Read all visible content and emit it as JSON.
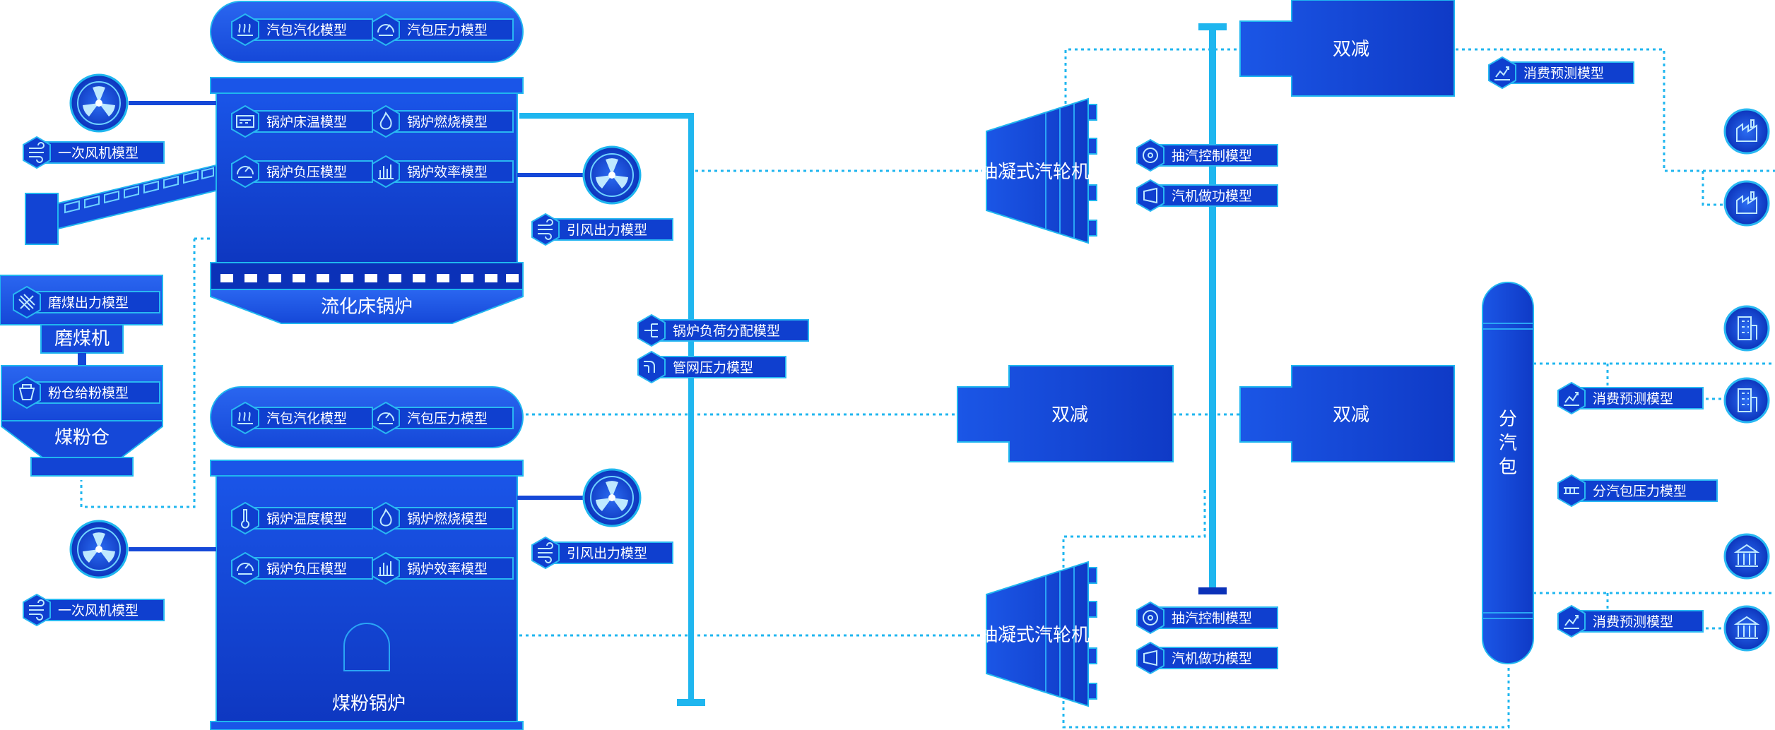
{
  "labels": {
    "drum_vapor": "汽包汽化模型",
    "drum_pressure": "汽包压力模型",
    "bed_temp": "锅炉床温模型",
    "combustion": "锅炉燃烧模型",
    "load_pressure": "锅炉负压模型",
    "efficiency": "锅炉效率模型",
    "primary_fan": "一次风机模型",
    "induced_fan": "引风出力模型",
    "boiler_temp": "锅炉温度模型",
    "mill_output": "磨煤出力模型",
    "bin_feed": "粉仓给粉模型",
    "load_dist": "锅炉负荷分配模型",
    "network_pressure": "管网压力模型",
    "extraction_ctrl": "抽汽控制模型",
    "turbine_work": "汽机做功模型",
    "consumption_forecast": "消费预测模型",
    "header_pressure": "分汽包压力模型"
  },
  "equipment": {
    "cfb_boiler": "流化床锅炉",
    "pc_boiler": "煤粉锅炉",
    "coal_mill": "磨煤机",
    "coal_bin": "煤粉仓",
    "turbine": "抽凝式汽轮机",
    "desuperheater": "双减",
    "steam_header": "分汽包"
  },
  "colors": {
    "body_dark": "#0b31b8",
    "body": "#1550e0",
    "body_light": "#2a66f0",
    "accent": "#1fb6ef",
    "tag_fill": "#0f3fcf",
    "tag_stroke": "#29b8f2"
  },
  "icons": {
    "drum_vapor": "steam-wave-icon",
    "drum_pressure": "gauge-icon",
    "bed_temp": "furnace-bed-icon",
    "combustion": "flame-icon",
    "load_pressure": "gauge-icon",
    "efficiency": "bar-chart-icon",
    "primary_fan": "wind-icon",
    "induced_fan": "wind-icon",
    "boiler_temp": "thermometer-icon",
    "mill_output": "mill-cross-icon",
    "bin_feed": "bin-icon",
    "load_dist": "distribution-icon",
    "network_pressure": "pipe-icon",
    "extraction_ctrl": "target-icon",
    "turbine_work": "turbine-icon",
    "consumption_forecast": "trend-icon",
    "header_pressure": "header-icon",
    "fan": "fan-icon",
    "factory": "factory-icon",
    "building": "building-icon",
    "bank": "institution-icon"
  }
}
